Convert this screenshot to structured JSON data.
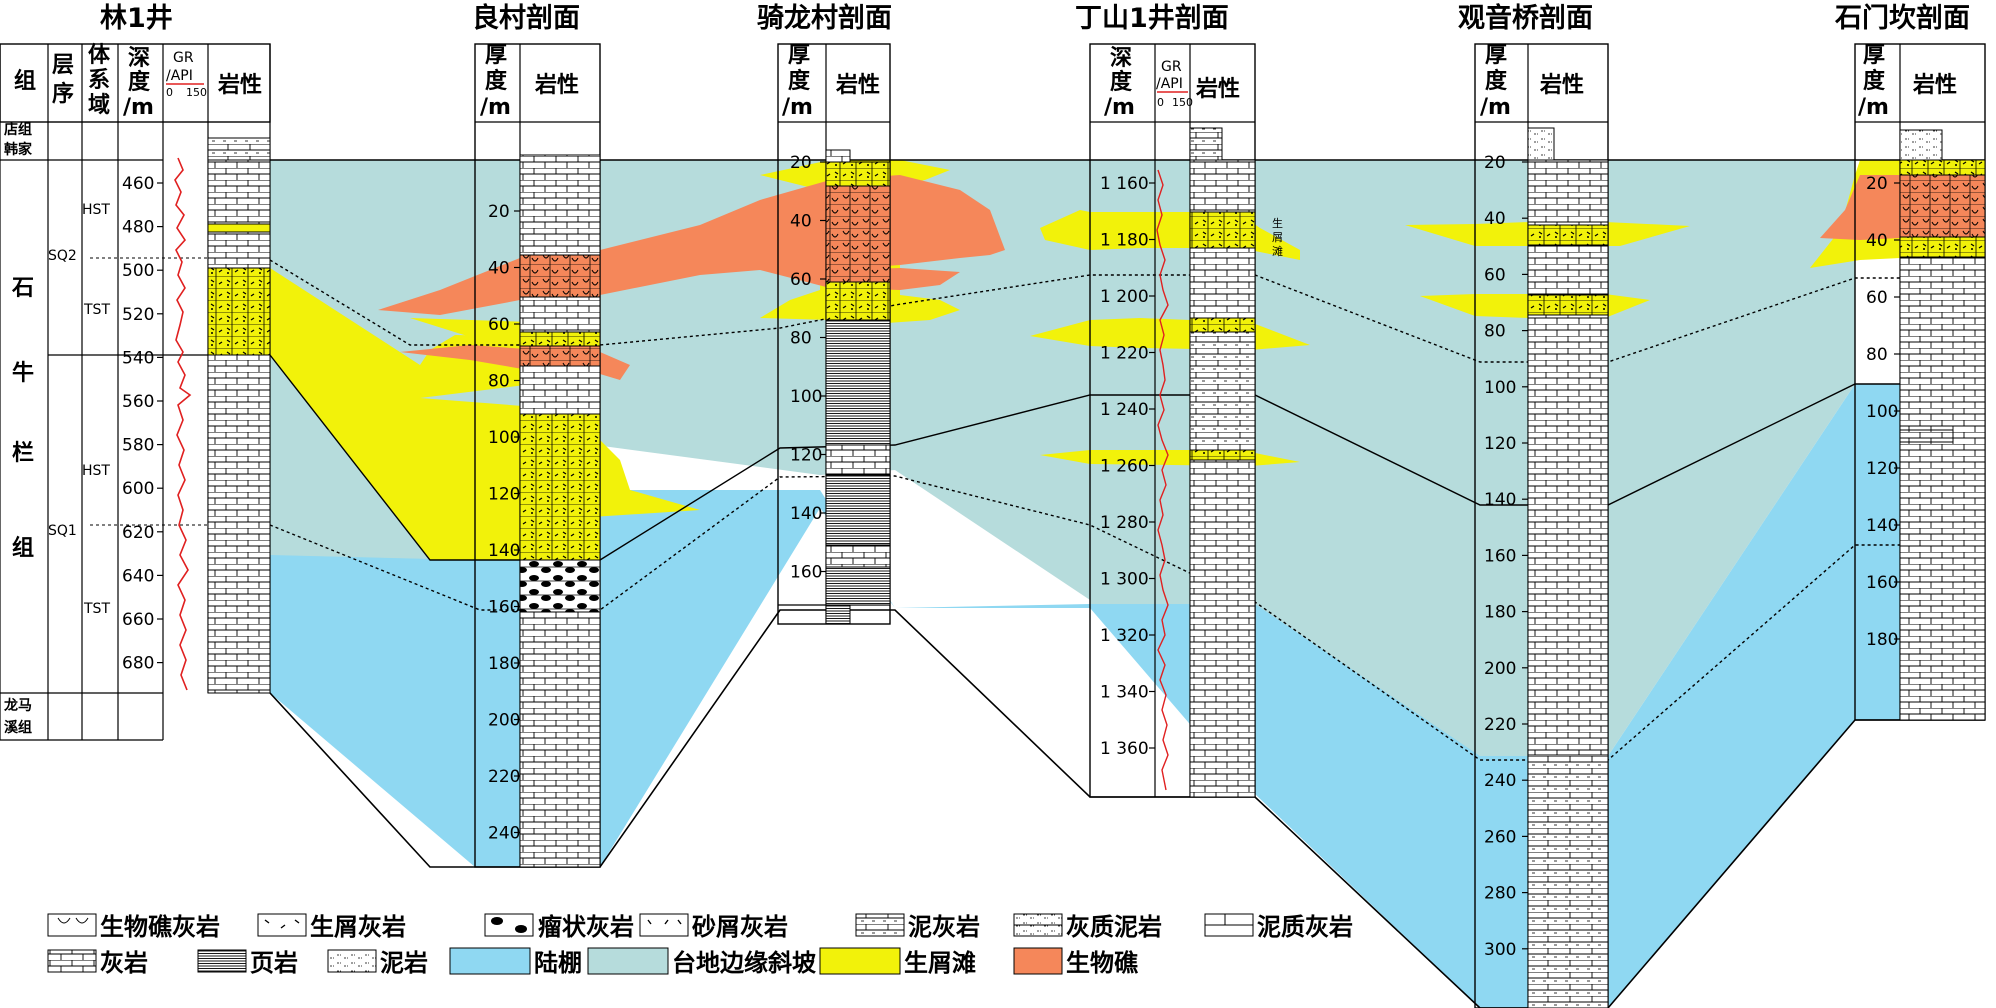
{
  "titles": {
    "lin1": "林1井",
    "liangcun": "良村剖面",
    "qilongcun": "骑龙村剖面",
    "dingshan": "丁山1井剖面",
    "guanyinqiao": "观音桥剖面",
    "shimenkan": "石门坎剖面"
  },
  "lin1": {
    "headers": {
      "group": "组",
      "sequence": [
        "层",
        "序"
      ],
      "system_tract": [
        "体",
        "系",
        "域"
      ],
      "depth": [
        "深",
        "度",
        "/m"
      ],
      "gr": "GR",
      "gr_unit": "/API",
      "gr_min": "0",
      "gr_max": "150",
      "lith": "岩性"
    },
    "formations": {
      "upper": [
        "店组",
        "韩家"
      ],
      "main": [
        "石",
        "牛",
        "栏",
        "组"
      ],
      "lower": [
        "龙马",
        "溪组"
      ]
    },
    "sequences": [
      "SQ2",
      "SQ1"
    ],
    "system_tracts": [
      "HST",
      "TST",
      "HST",
      "TST"
    ],
    "depth_ticks": [
      "460",
      "480",
      "500",
      "520",
      "540",
      "560",
      "580",
      "600",
      "620",
      "640",
      "660",
      "680"
    ]
  },
  "liangcun": {
    "headers": {
      "thickness": [
        "厚",
        "度",
        "/m"
      ],
      "lith": "岩性"
    },
    "ticks": [
      "20",
      "40",
      "60",
      "80",
      "100",
      "120",
      "140",
      "160",
      "180",
      "200",
      "220",
      "240"
    ]
  },
  "qilongcun": {
    "headers": {
      "thickness": [
        "厚",
        "度",
        "/m"
      ],
      "lith": "岩性"
    },
    "ticks": [
      "20",
      "40",
      "60",
      "80",
      "100",
      "120",
      "140",
      "160"
    ]
  },
  "dingshan": {
    "headers": {
      "depth": [
        "深",
        "度",
        "/m"
      ],
      "gr": "GR",
      "gr_unit": "/API",
      "gr_min": "0",
      "gr_max": "150",
      "lith": "岩性"
    },
    "ticks": [
      "1 160",
      "1 180",
      "1 200",
      "1 220",
      "1 240",
      "1 260",
      "1 280",
      "1 300",
      "1 320",
      "1 340",
      "1 360"
    ],
    "bank_label": [
      "生",
      "屑",
      "滩"
    ]
  },
  "guanyinqiao": {
    "headers": {
      "thickness": [
        "厚",
        "度",
        "/m"
      ],
      "lith": "岩性"
    },
    "ticks": [
      "20",
      "40",
      "60",
      "80",
      "100",
      "120",
      "140",
      "160",
      "180",
      "200",
      "220",
      "240",
      "260",
      "280",
      "300"
    ]
  },
  "shimenkan": {
    "headers": {
      "thickness": [
        "厚",
        "度",
        "/m"
      ],
      "lith": "岩性"
    },
    "ticks": [
      "20",
      "40",
      "60",
      "80",
      "100",
      "120",
      "140",
      "160",
      "180"
    ]
  },
  "legend": {
    "reef_limestone": "生物礁灰岩",
    "bioclastic_limestone": "生屑灰岩",
    "nodular_limestone": "瘤状灰岩",
    "calcarenite": "砂屑灰岩",
    "micritic_limestone": "泥灰岩",
    "calcareous_mudstone": "灰质泥岩",
    "argillaceous_limestone": "泥质灰岩",
    "limestone": "灰岩",
    "shale": "页岩",
    "mudstone": "泥岩",
    "shelf": "陆棚",
    "platform_slope": "台地边缘斜坡",
    "bioclastic_bank": "生屑滩",
    "reef": "生物礁"
  },
  "colors": {
    "shelf": "#8fd8f2",
    "slope": "#b6dcdc",
    "bank": "#f2f20a",
    "reef": "#f5875a",
    "gr_curve": "#e02020"
  }
}
